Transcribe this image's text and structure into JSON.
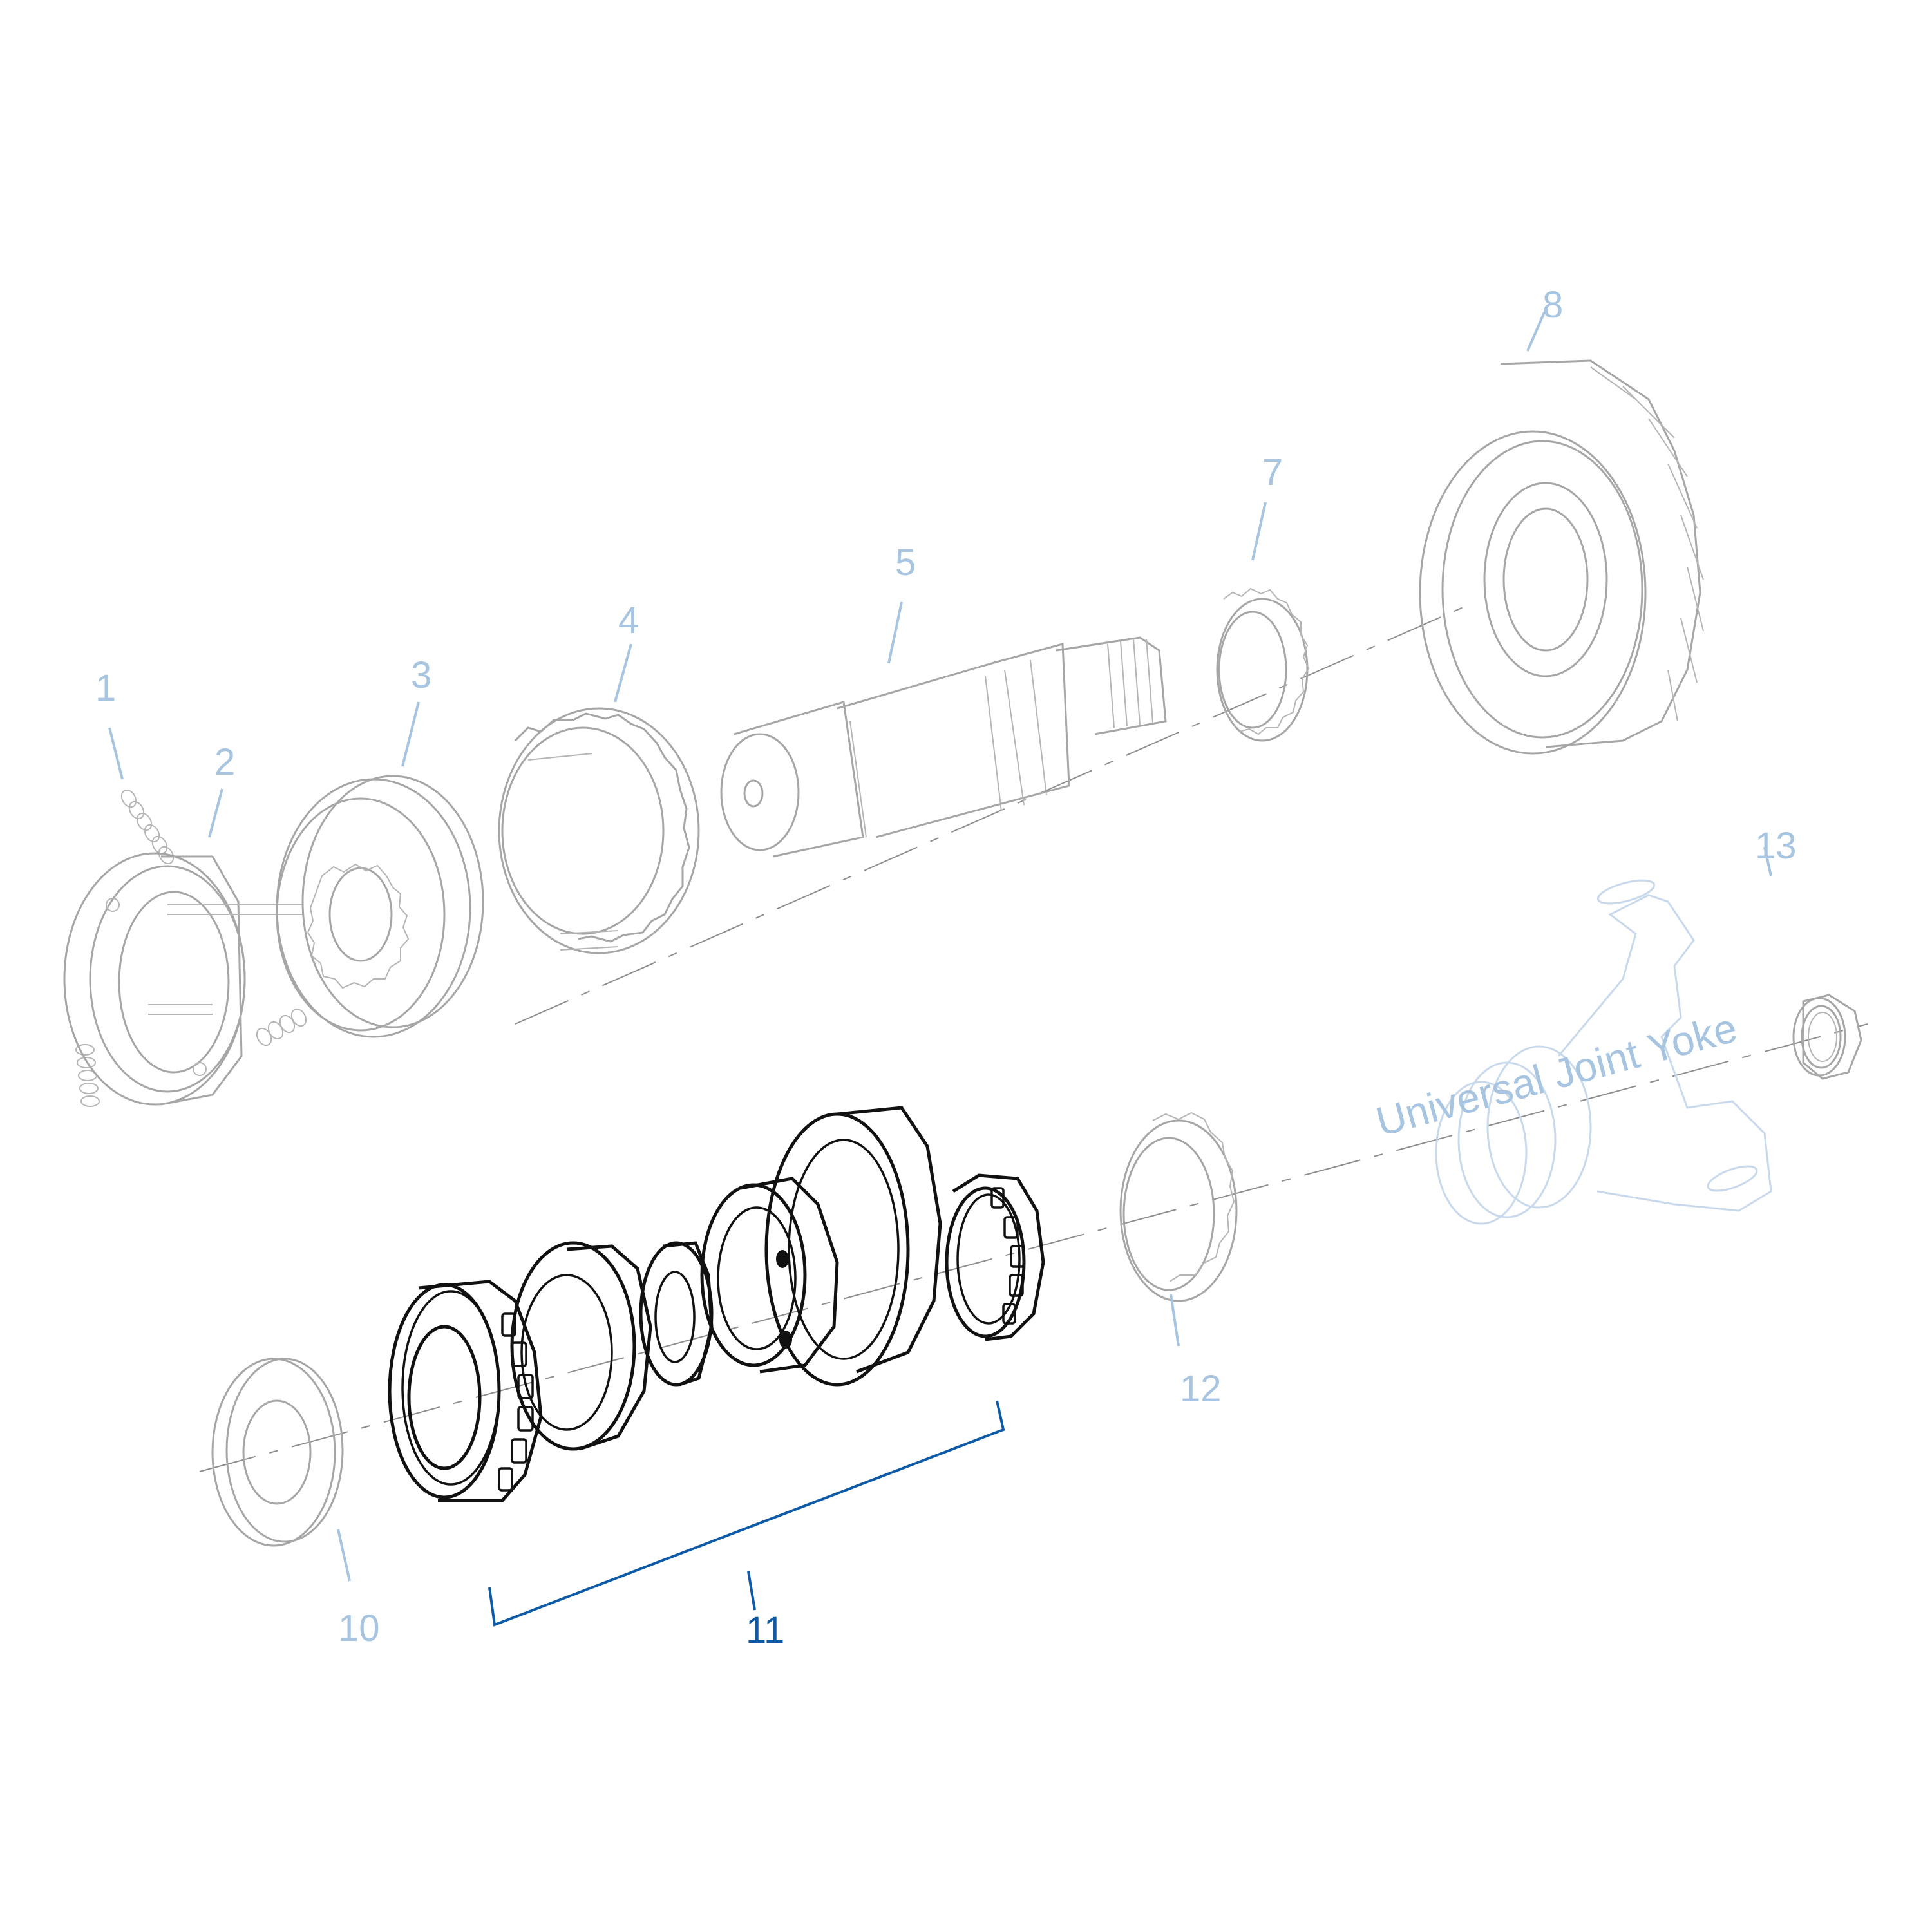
{
  "diagram": {
    "type": "exploded-parts-view",
    "highlighted_part": "11",
    "colors": {
      "callout_inactive": "#a7c4e1",
      "callout_active": "#0d5aa7",
      "part_inactive_stroke": "#a6a6a6",
      "part_active_stroke": "#111111",
      "yoke_stroke": "#c9d9ec",
      "background": "#ffffff"
    },
    "callouts": [
      {
        "id": "1",
        "label": "1"
      },
      {
        "id": "2",
        "label": "2"
      },
      {
        "id": "3",
        "label": "3"
      },
      {
        "id": "4",
        "label": "4"
      },
      {
        "id": "5",
        "label": "5"
      },
      {
        "id": "7",
        "label": "7"
      },
      {
        "id": "8",
        "label": "8"
      },
      {
        "id": "10",
        "label": "10"
      },
      {
        "id": "11",
        "label": "11"
      },
      {
        "id": "12",
        "label": "12"
      },
      {
        "id": "13",
        "label": "13"
      }
    ],
    "reference_part_label": "Universal Joint Yoke"
  }
}
